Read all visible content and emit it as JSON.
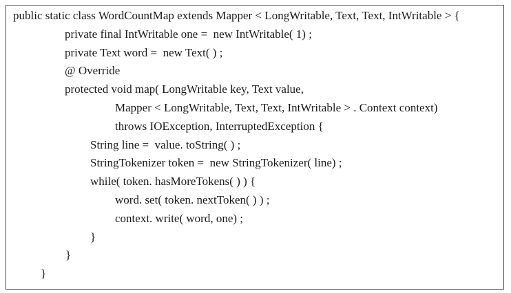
{
  "code_block": {
    "lines": [
      {
        "text": "public static class WordCountMap extends Mapper < LongWritable, Text, Text, IntWritable > {",
        "indent": 0
      },
      {
        "text": "private final IntWritable one =  new IntWritable( 1) ;",
        "indent": 1
      },
      {
        "text": "private Text word =  new Text( ) ;",
        "indent": 1
      },
      {
        "text": "@ Override",
        "indent": 1
      },
      {
        "text": "protected void map( LongWritable key, Text value,",
        "indent": 1
      },
      {
        "text": "Mapper < LongWritable, Text, Text, IntWritable > . Context context)",
        "indent": 2
      },
      {
        "text": "throws IOException, InterruptedException {",
        "indent": 2
      },
      {
        "text": "String line =  value. toString( ) ;",
        "indent": 3
      },
      {
        "text": "StringTokenizer token =  new StringTokenizer( line) ;",
        "indent": 3
      },
      {
        "text": "while( token. hasMoreTokens( ) ) {",
        "indent": 3
      },
      {
        "text": "word. set( token. nextToken( ) ) ;",
        "indent": 4
      },
      {
        "text": "context. write( word, one) ;",
        "indent": 4
      },
      {
        "text": "}",
        "indent": 5
      },
      {
        "text": "}",
        "indent": 6
      },
      {
        "text": "}",
        "indent": 7
      }
    ]
  }
}
